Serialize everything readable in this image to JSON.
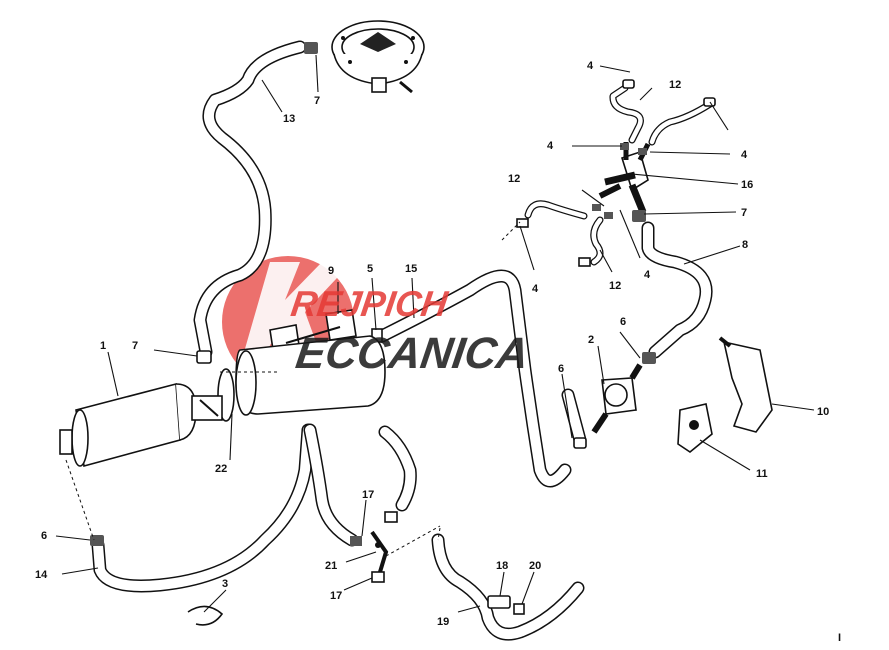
{
  "watermark": {
    "line1": "REJPICH",
    "line2": "ECCANICA",
    "color_red": "#e53935",
    "color_text": "#1a1a1a"
  },
  "callouts": {
    "c1": "1",
    "c2": "2",
    "c3": "3",
    "c4a": "4",
    "c4b": "4",
    "c4c": "4",
    "c4d": "4",
    "c4e": "4",
    "c5": "5",
    "c6a": "6",
    "c6b": "6",
    "c6c": "6",
    "c7a": "7",
    "c7b": "7",
    "c7c": "7",
    "c8": "8",
    "c9": "9",
    "c10": "10",
    "c11": "11",
    "c12a": "12",
    "c12b": "12",
    "c12c": "12",
    "c13": "13",
    "c14": "14",
    "c15": "15",
    "c16": "16",
    "c17a": "17",
    "c17b": "17",
    "c18": "18",
    "c19": "19",
    "c20": "20",
    "c21": "21",
    "c22": "22"
  },
  "corner_mark": "I"
}
